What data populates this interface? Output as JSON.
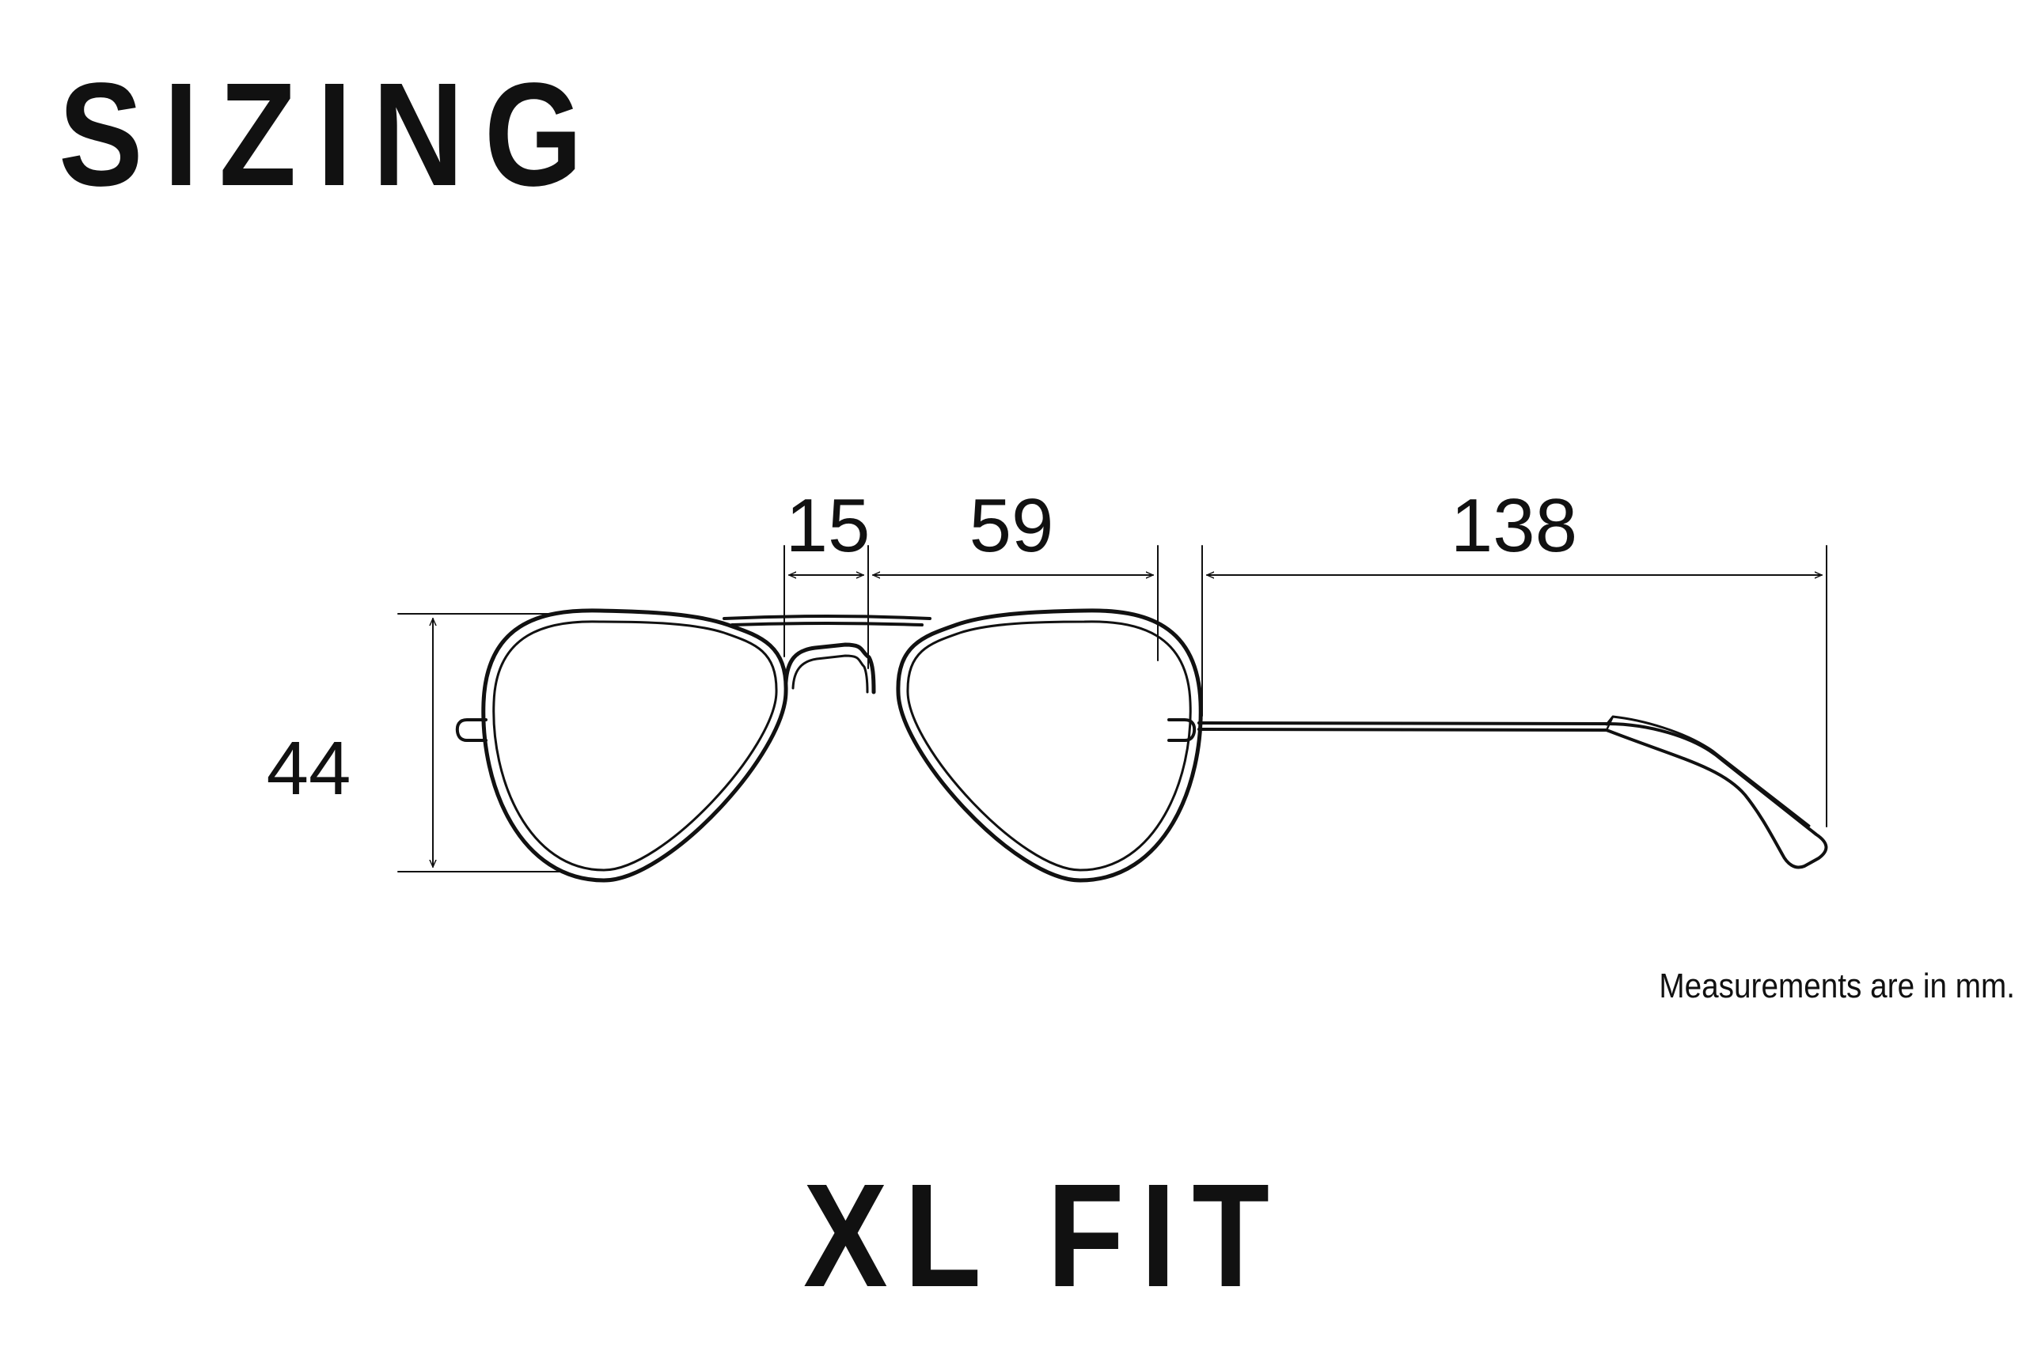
{
  "title": "SIZING",
  "diagram": {
    "bridge_width": "15",
    "lens_width": "59",
    "temple_length": "138",
    "lens_height": "44"
  },
  "note": "Measurements are in mm.",
  "fit_label": "XL FIT",
  "colors": {
    "line": "#111111",
    "background": "#ffffff"
  }
}
